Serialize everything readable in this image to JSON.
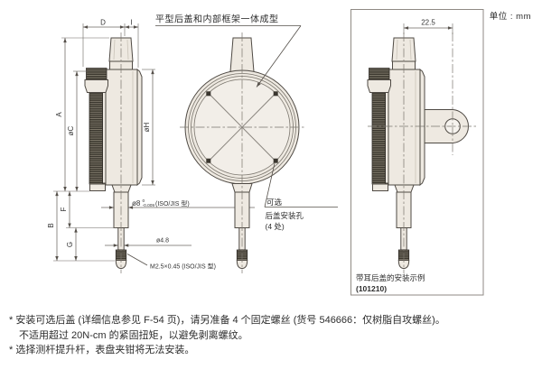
{
  "unit_label": "单位 : mm",
  "side_view": {
    "dim_d": "D",
    "dim_i": "I",
    "dim_a": "A",
    "dim_b": "B",
    "dim_f": "F",
    "dim_g": "G",
    "dim_c": "øC",
    "dim_h": "øH",
    "stem_dia_prefix": "ø8",
    "stem_tol_upper": "0",
    "stem_tol_lower": "-0.009",
    "stem_dia_suffix": "(ISO/JIS 型)",
    "spindle_dia": "ø4.8",
    "thread": "M2.5×0.45 (ISO/JIS 型)"
  },
  "back_view": {
    "note": "平型后盖和内部框架一体成型",
    "optional": "可选",
    "holes": "后盖安装孔",
    "holes_count": "(4 处)"
  },
  "lug_view": {
    "dim": "22.5",
    "caption": "带耳后盖的安装示例",
    "model_no": "(101210)"
  },
  "footnotes": {
    "line1": "* 安装可选后盖 (详细信息参见 F-54 页)，请另准备 4 个固定螺丝 (货号 546666：仅树脂自攻螺丝)。",
    "line2": "不适用超过 20N-cm 的紧固扭矩，以避免剥离螺纹。",
    "line3": "* 选择测杆提升杆，表盘夹钳将无法安装。"
  },
  "colors": {
    "body_fill": "#eee9e1",
    "face_fill": "#f2eee8",
    "outline": "#4f4a44",
    "dim_line": "#6b6660",
    "knurl": "#3c382f",
    "text": "#333333"
  }
}
